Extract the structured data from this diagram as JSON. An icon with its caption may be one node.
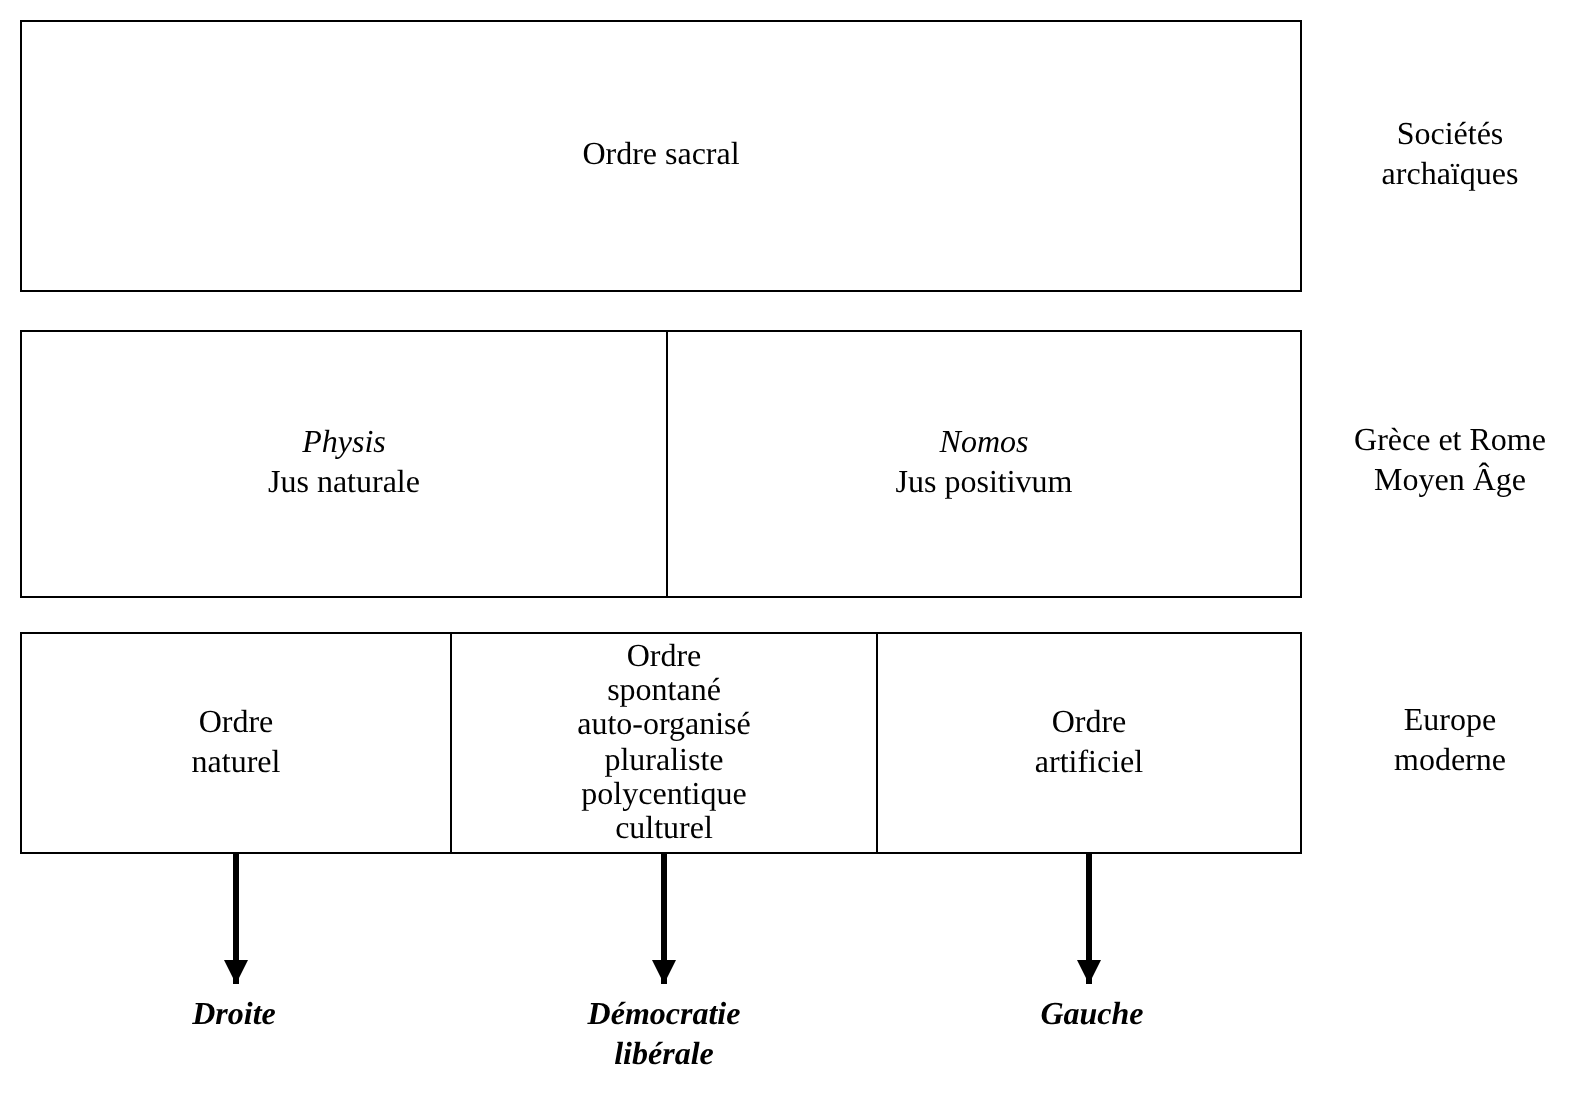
{
  "diagram": {
    "nodes": [
      {
        "text": [
          "Ordre sacral"
        ]
      },
      {
        "text": [
          "Physis",
          "Jus naturale"
        ]
      },
      {
        "text": [
          "Nomos",
          "Jus positivum"
        ]
      },
      {
        "text": [
          "Ordre naturel"
        ]
      },
      {
        "text": [
          "Ordre spontané auto-organisé pluraliste polycentique culturel"
        ]
      },
      {
        "text": [
          "Ordre artificiel"
        ]
      },
      {
        "text": [
          "Droite"
        ]
      },
      {
        "text": [
          "Démocratie libérale"
        ]
      },
      {
        "text": [
          "Gauche"
        ]
      }
    ],
    "edges": [
      {
        "from": 3,
        "to": 6,
        "arrow": "to"
      },
      {
        "from": 4,
        "to": 7,
        "arrow": "to"
      },
      {
        "from": 5,
        "to": 8,
        "arrow": "to"
      }
    ],
    "labels": [
      "Sociétés archaïques",
      "Grèce et Rome Moyen Âge",
      "Europe moderne"
    ]
  }
}
